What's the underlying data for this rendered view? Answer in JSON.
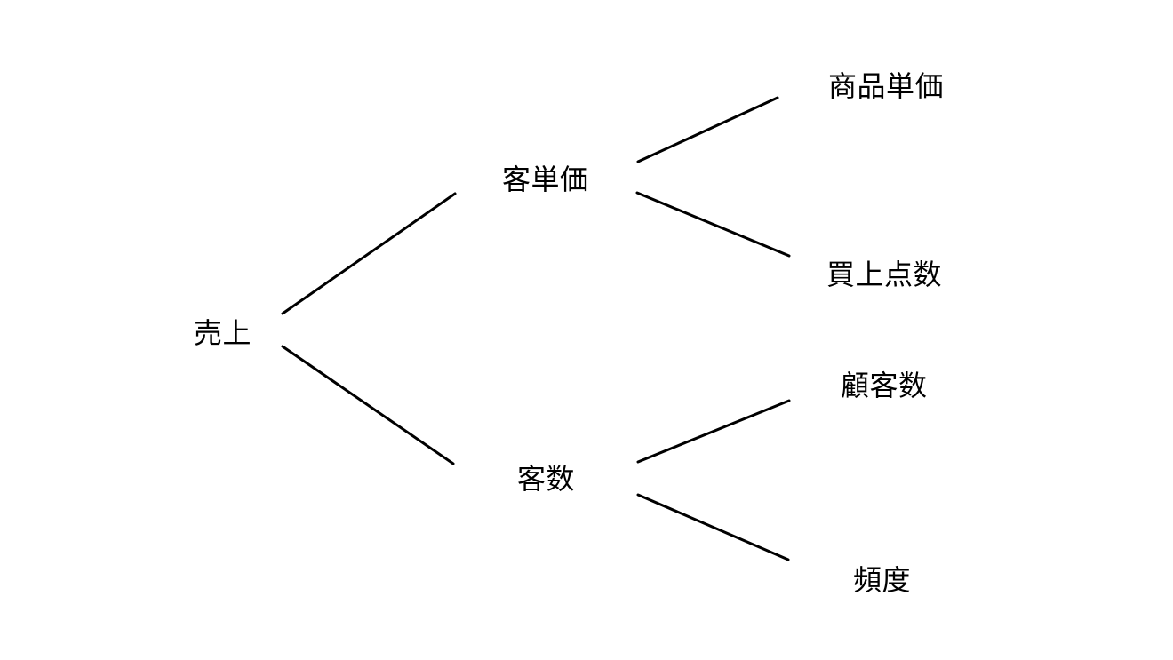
{
  "diagram": {
    "title_hint": "sales-kpi-logic-tree",
    "nodes": {
      "sales": {
        "label": "売上"
      },
      "avg_spend": {
        "label": "客単価"
      },
      "customer_count": {
        "label": "客数"
      },
      "unit_price": {
        "label": "商品単価"
      },
      "items_per_purchase": {
        "label": "買上点数"
      },
      "num_customers": {
        "label": "顧客数"
      },
      "frequency": {
        "label": "頻度"
      }
    },
    "edges": [
      {
        "from": "sales",
        "to": "avg_spend"
      },
      {
        "from": "sales",
        "to": "customer_count"
      },
      {
        "from": "avg_spend",
        "to": "unit_price"
      },
      {
        "from": "avg_spend",
        "to": "items_per_purchase"
      },
      {
        "from": "customer_count",
        "to": "num_customers"
      },
      {
        "from": "customer_count",
        "to": "frequency"
      }
    ],
    "colors": {
      "background": "#ffffff",
      "line": "#000000",
      "text": "#000000"
    }
  }
}
